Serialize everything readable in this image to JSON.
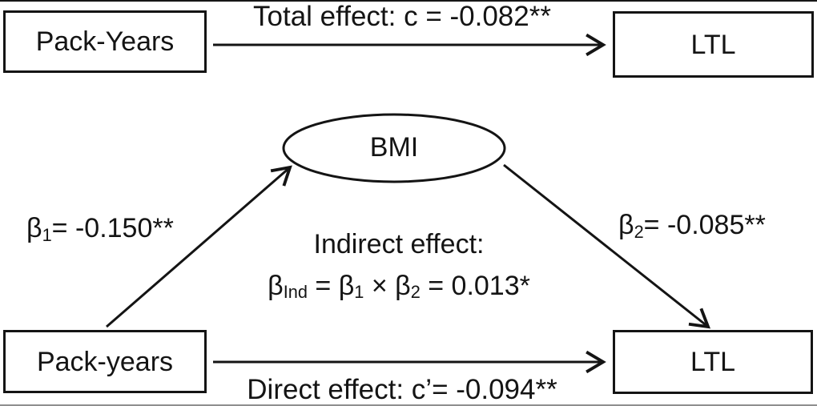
{
  "figure": {
    "ink_color": "#141414",
    "background_color": "#ffffff"
  },
  "total_effect_model": {
    "predictor_label": "Pack-Years",
    "outcome_label": "LTL",
    "arrow_label": "Total effect: c = -0.082**"
  },
  "mediation_model": {
    "predictor_label": "Pack-years",
    "mediator_label": "BMI",
    "outcome_label": "LTL",
    "path_a": {
      "base": "β",
      "sub": "1",
      "value": "= -0.150**"
    },
    "path_b": {
      "base": "β",
      "sub": "2",
      "value": "= -0.085**"
    },
    "indirect_effect": {
      "title": "Indirect effect:",
      "f_base": "β",
      "f_sub": "Ind",
      "f_mid1": " = β",
      "f_sub1": "1",
      "f_mid2": " × β",
      "f_sub2": "2",
      "f_result": " = 0.013*"
    },
    "direct_arrow_label": "Direct effect: c’= -0.094**"
  }
}
